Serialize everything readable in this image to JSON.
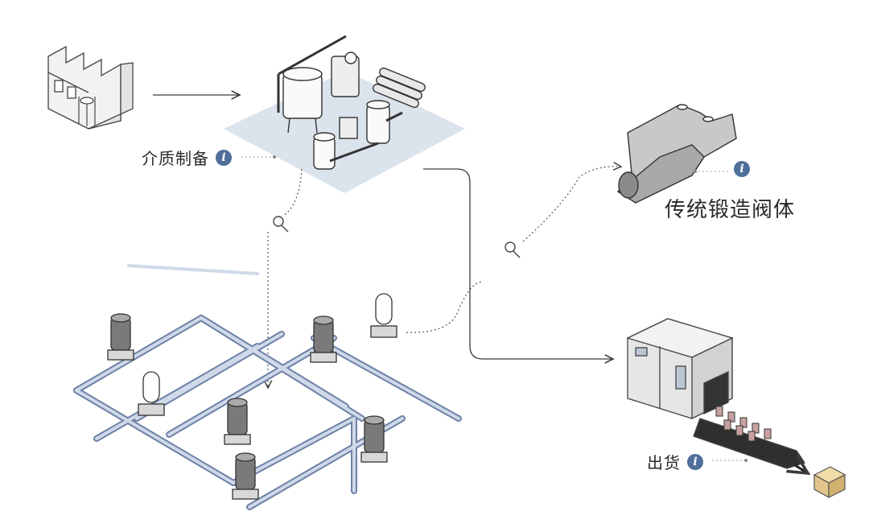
{
  "labels": {
    "media_prep": "介质制备",
    "forged_valve": "传统锻造阀体",
    "shipment": "出货"
  },
  "icons": {
    "info": "i",
    "info_name": "info-icon",
    "zoom_name": "magnifier-icon"
  },
  "colors": {
    "pipe": "#7f93b5",
    "pipe_light": "#c9d5e6",
    "platform": "#dde5ee",
    "line": "#3a3a3a",
    "info": "#4f6f9a",
    "box": "#e3c98a"
  }
}
